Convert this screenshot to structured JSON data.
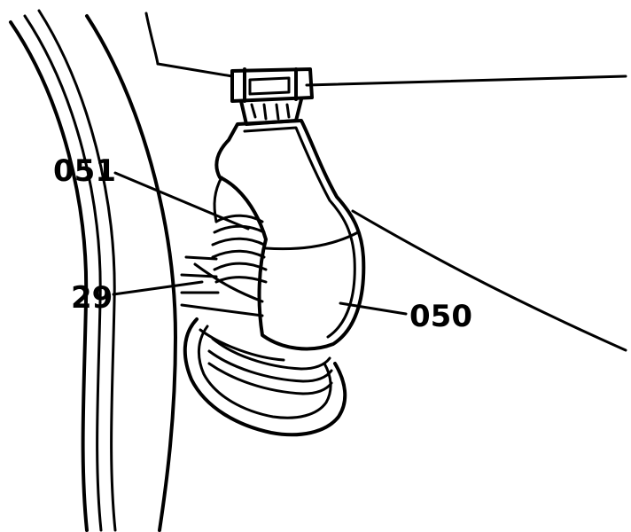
{
  "callouts": {
    "label_051": "051",
    "label_29": "29",
    "label_050": "050"
  },
  "colors": {
    "line": "#000000",
    "background": "#ffffff"
  }
}
